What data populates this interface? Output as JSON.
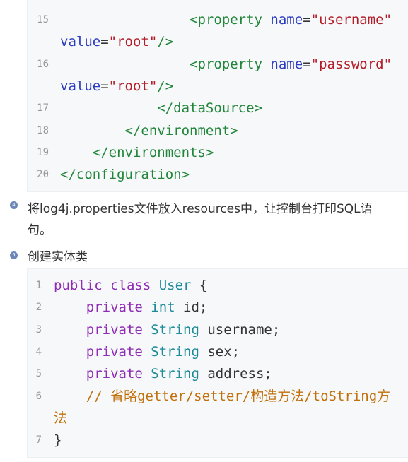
{
  "block1": {
    "lines": [
      {
        "num": "15",
        "parts": [
          {
            "t": "                ",
            "c": "pl"
          },
          {
            "t": "<property ",
            "c": "tg"
          },
          {
            "t": "name",
            "c": "at"
          },
          {
            "t": "=",
            "c": "pl"
          },
          {
            "t": "\"username\"",
            "c": "st"
          }
        ]
      },
      {
        "num": "",
        "parts": [
          {
            "t": "value",
            "c": "at"
          },
          {
            "t": "=",
            "c": "pl"
          },
          {
            "t": "\"root\"",
            "c": "st"
          },
          {
            "t": "/>",
            "c": "tg"
          }
        ]
      },
      {
        "num": "16",
        "parts": [
          {
            "t": "                ",
            "c": "pl"
          },
          {
            "t": "<property ",
            "c": "tg"
          },
          {
            "t": "name",
            "c": "at"
          },
          {
            "t": "=",
            "c": "pl"
          },
          {
            "t": "\"password\"",
            "c": "st"
          }
        ]
      },
      {
        "num": "",
        "parts": [
          {
            "t": "value",
            "c": "at"
          },
          {
            "t": "=",
            "c": "pl"
          },
          {
            "t": "\"root\"",
            "c": "st"
          },
          {
            "t": "/>",
            "c": "tg"
          }
        ]
      },
      {
        "num": "17",
        "parts": [
          {
            "t": "            ",
            "c": "pl"
          },
          {
            "t": "</dataSource>",
            "c": "tg"
          }
        ]
      },
      {
        "num": "18",
        "parts": [
          {
            "t": "        ",
            "c": "pl"
          },
          {
            "t": "</environment>",
            "c": "tg"
          }
        ]
      },
      {
        "num": "19",
        "parts": [
          {
            "t": "    ",
            "c": "pl"
          },
          {
            "t": "</environments>",
            "c": "tg"
          }
        ]
      },
      {
        "num": "20",
        "parts": [
          {
            "t": "</configuration>",
            "c": "tg"
          }
        ]
      }
    ]
  },
  "steps": [
    {
      "badge": "4",
      "text_line1": "将log4j.properties文件放入resources中，让控制台打印SQL语",
      "text_line2": "句。"
    },
    {
      "badge": "5",
      "text_line1": "创建实体类"
    }
  ],
  "block2": {
    "lines": [
      {
        "num": "1",
        "parts": [
          {
            "t": "public ",
            "c": "kw"
          },
          {
            "t": "class ",
            "c": "kw"
          },
          {
            "t": "User ",
            "c": "ty"
          },
          {
            "t": "{",
            "c": "pl"
          }
        ]
      },
      {
        "num": "2",
        "parts": [
          {
            "t": "    private ",
            "c": "kw"
          },
          {
            "t": "int ",
            "c": "ty"
          },
          {
            "t": "id;",
            "c": "pl"
          }
        ]
      },
      {
        "num": "3",
        "parts": [
          {
            "t": "    private ",
            "c": "kw"
          },
          {
            "t": "String ",
            "c": "ty"
          },
          {
            "t": "username;",
            "c": "pl"
          }
        ]
      },
      {
        "num": "4",
        "parts": [
          {
            "t": "    private ",
            "c": "kw"
          },
          {
            "t": "String ",
            "c": "ty"
          },
          {
            "t": "sex;",
            "c": "pl"
          }
        ]
      },
      {
        "num": "5",
        "parts": [
          {
            "t": "    private ",
            "c": "kw"
          },
          {
            "t": "String ",
            "c": "ty"
          },
          {
            "t": "address;",
            "c": "pl"
          }
        ]
      },
      {
        "num": "6",
        "parts": [
          {
            "t": "    // 省略getter/setter/构造方法/toString方",
            "c": "cm"
          }
        ]
      },
      {
        "num": "",
        "parts": [
          {
            "t": "法",
            "c": "cm"
          }
        ]
      },
      {
        "num": "7",
        "parts": [
          {
            "t": "}",
            "c": "pl"
          }
        ]
      }
    ]
  }
}
